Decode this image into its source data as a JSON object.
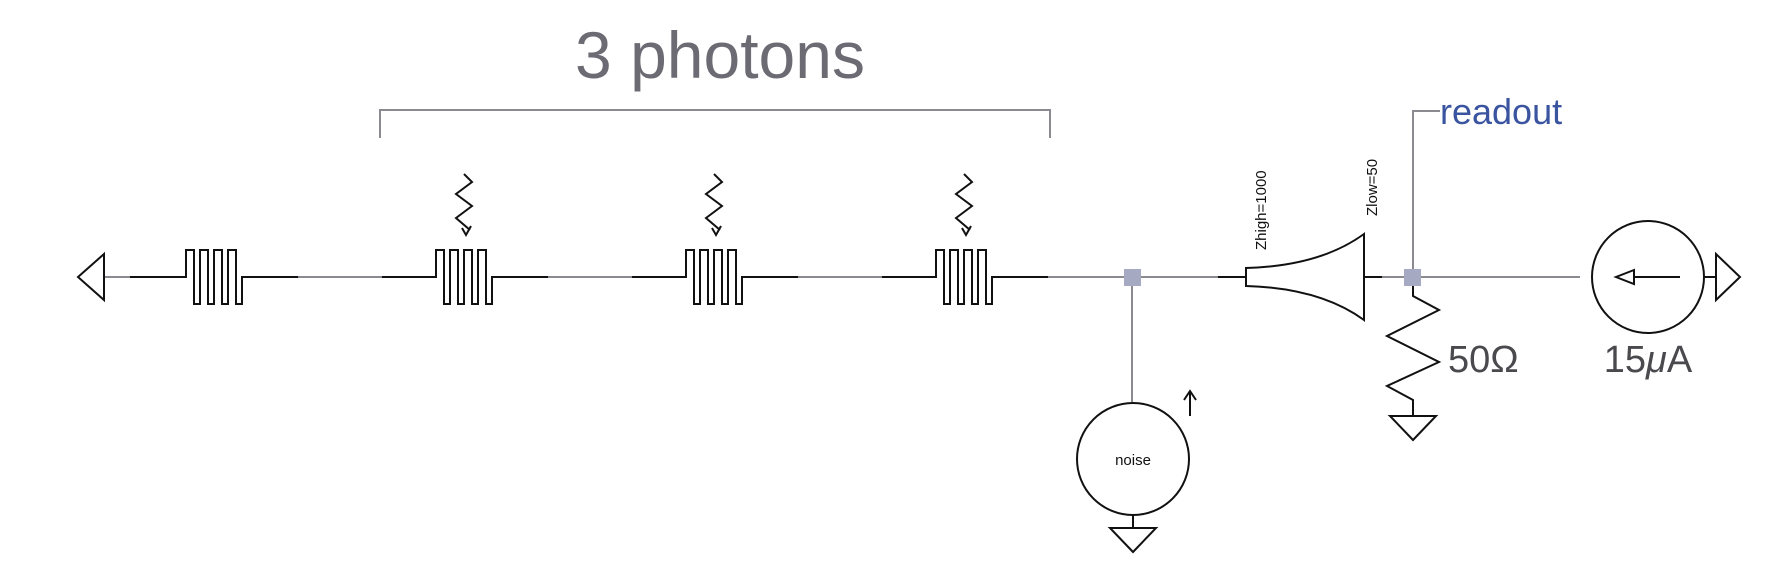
{
  "labels": {
    "photons": "3 photons",
    "readout": "readout",
    "noise": "noise",
    "z_high": "Zhigh=1000",
    "z_low": "Zlow=50",
    "resistor": "50Ω",
    "current_prefix": "15",
    "current_unit": "A"
  },
  "colors": {
    "title": "#6c6b74",
    "readout": "#3a54a0",
    "node": "#a6a9c2",
    "wire": "#8a8a90",
    "component": "#111111"
  }
}
